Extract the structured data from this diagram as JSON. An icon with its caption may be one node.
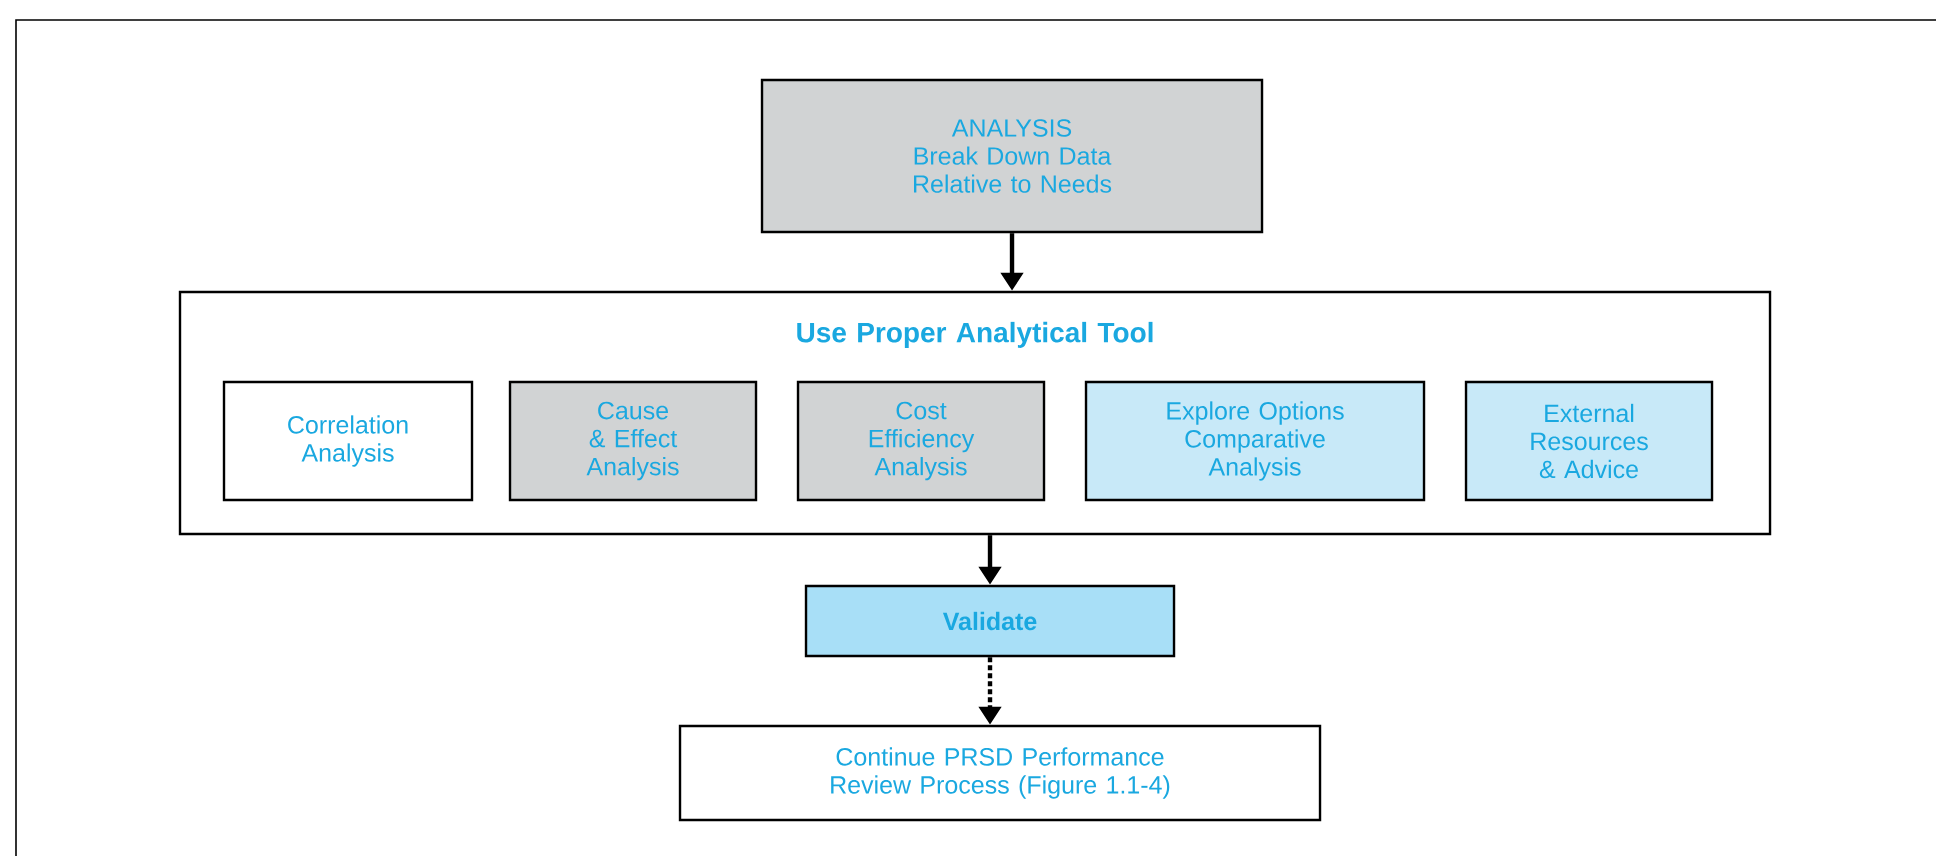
{
  "diagram": {
    "nodes": [
      {
        "text": [
          "ANALYSIS",
          "Break Down Data Relative to Needs"
        ]
      },
      {
        "text": [
          "Use Proper Analytical Tool"
        ]
      },
      {
        "text": [
          "Correlation Analysis"
        ],
        "in": 1
      },
      {
        "text": [
          "Cause & Effect Analysis"
        ],
        "in": 1
      },
      {
        "text": [
          "Cost Efficiency Analysis"
        ],
        "in": 1
      },
      {
        "text": [
          "Explore Options Comparative Analysis"
        ],
        "in": 1
      },
      {
        "text": [
          "External Resources & Advice"
        ],
        "in": 1
      },
      {
        "text": [
          "Validate"
        ]
      },
      {
        "text": [
          "Continue PRSD Performance Review Process (Figure 1.1-4)"
        ]
      }
    ],
    "edges": [
      {
        "from": 0,
        "to": 1,
        "arrow": "to"
      },
      {
        "from": 1,
        "to": 7,
        "arrow": "to"
      },
      {
        "from": 7,
        "to": 8,
        "arrow": "to",
        "style": "dashed"
      }
    ]
  }
}
